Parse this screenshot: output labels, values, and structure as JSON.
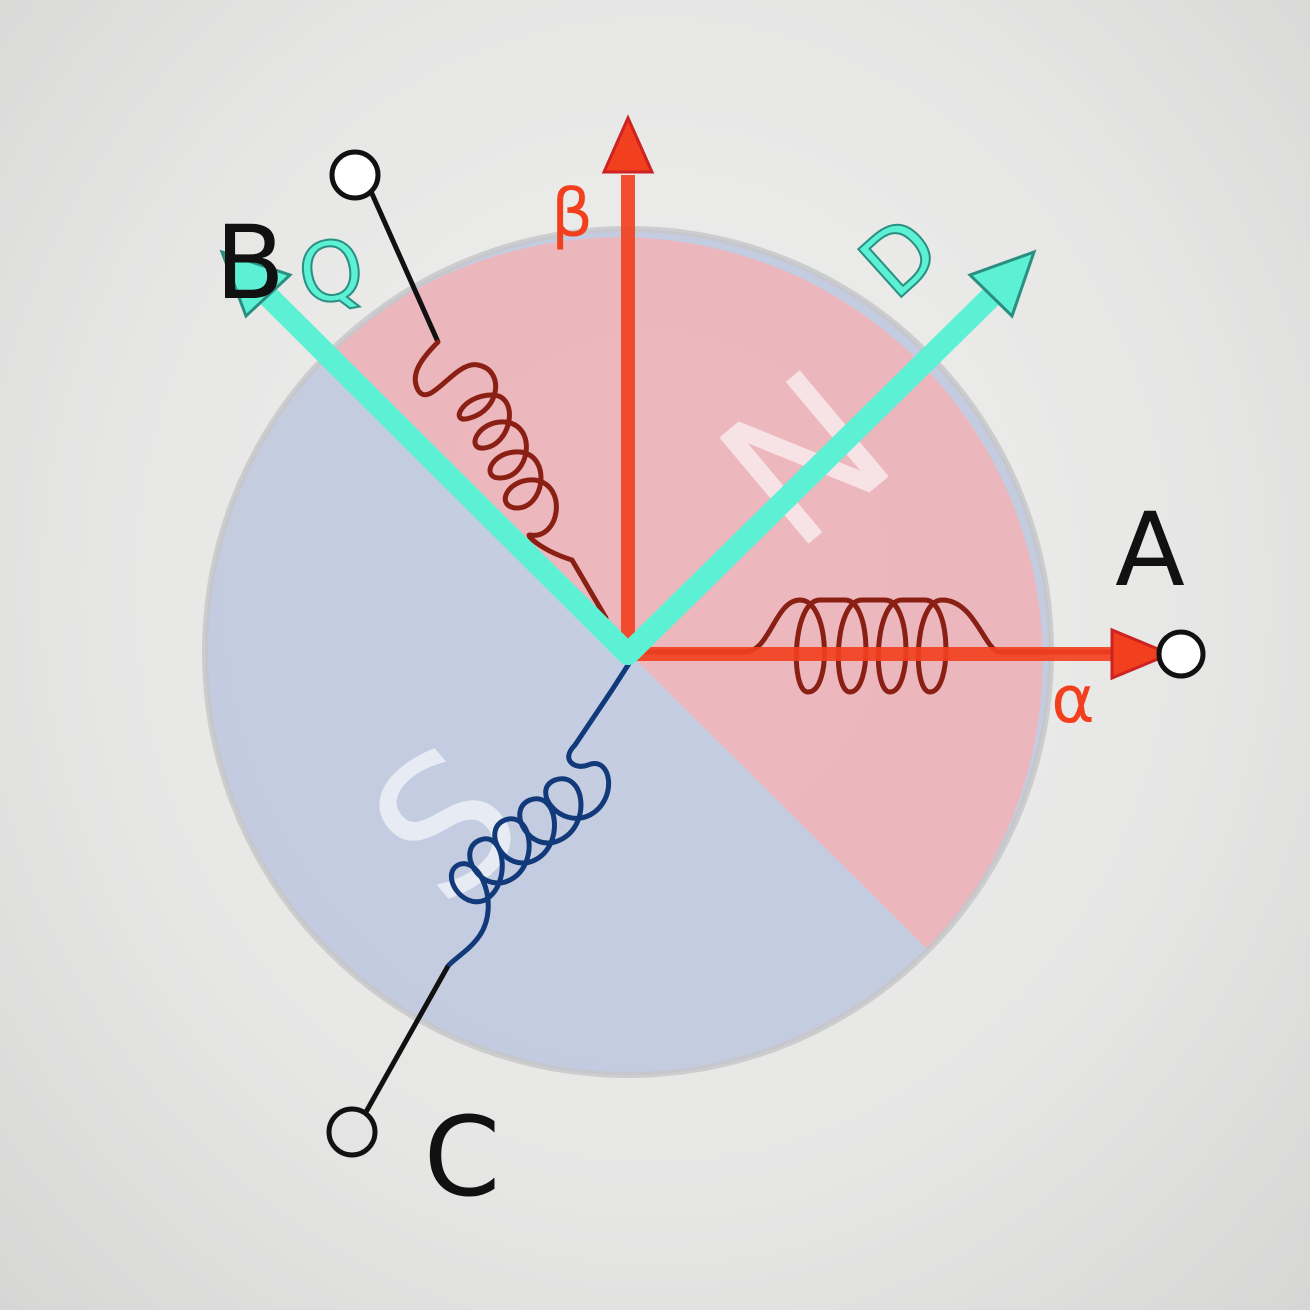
{
  "labels": {
    "phase_a": "A",
    "phase_b": "B",
    "phase_c": "C",
    "alpha": "α",
    "beta": "β",
    "d_axis": "D",
    "q_axis": "Q",
    "north": "N",
    "south": "S"
  },
  "colors": {
    "north_pole": "#f2b3b6",
    "south_pole": "#b7c1de",
    "alpha_beta_axes": "#f2401f",
    "dq_axes": "#5cf0d4",
    "coil_ab": "#8a1f14",
    "coil_c": "#123a7a",
    "terminal_wire": "#111111"
  },
  "icons": {
    "terminal": "open-circle-terminal-icon",
    "coil": "helical-winding-icon"
  }
}
